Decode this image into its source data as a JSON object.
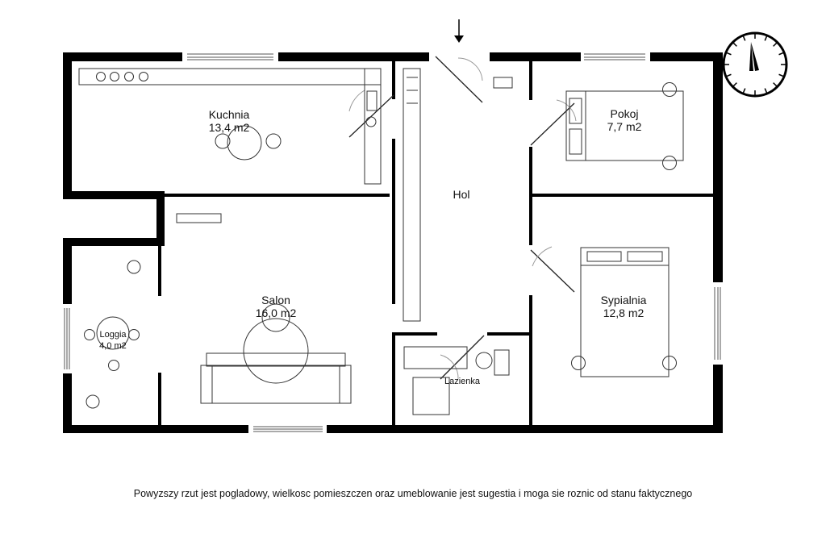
{
  "rooms": [
    {
      "name": "Kuchnia",
      "area": "13,4 m2"
    },
    {
      "name": "Hol",
      "area": ""
    },
    {
      "name": "Pokoj",
      "area": "7,7 m2"
    },
    {
      "name": "Salon",
      "area": "16,0 m2"
    },
    {
      "name": "Loggia",
      "area": "4,0 m2"
    },
    {
      "name": "Sypialnia",
      "area": "12,8 m2"
    },
    {
      "name": "Lazienka",
      "area": ""
    }
  ],
  "disclaimer": "Powyzszy rzut jest pogladowy, wielkosc pomieszczen oraz umeblowanie jest sugestia i moga sie roznic od stanu faktycznego",
  "colors": {
    "wall": "#000000",
    "line": "#333333",
    "background": "#ffffff"
  },
  "icons": {
    "compass": "compass-icon",
    "entrance": "entrance-arrow-icon"
  }
}
